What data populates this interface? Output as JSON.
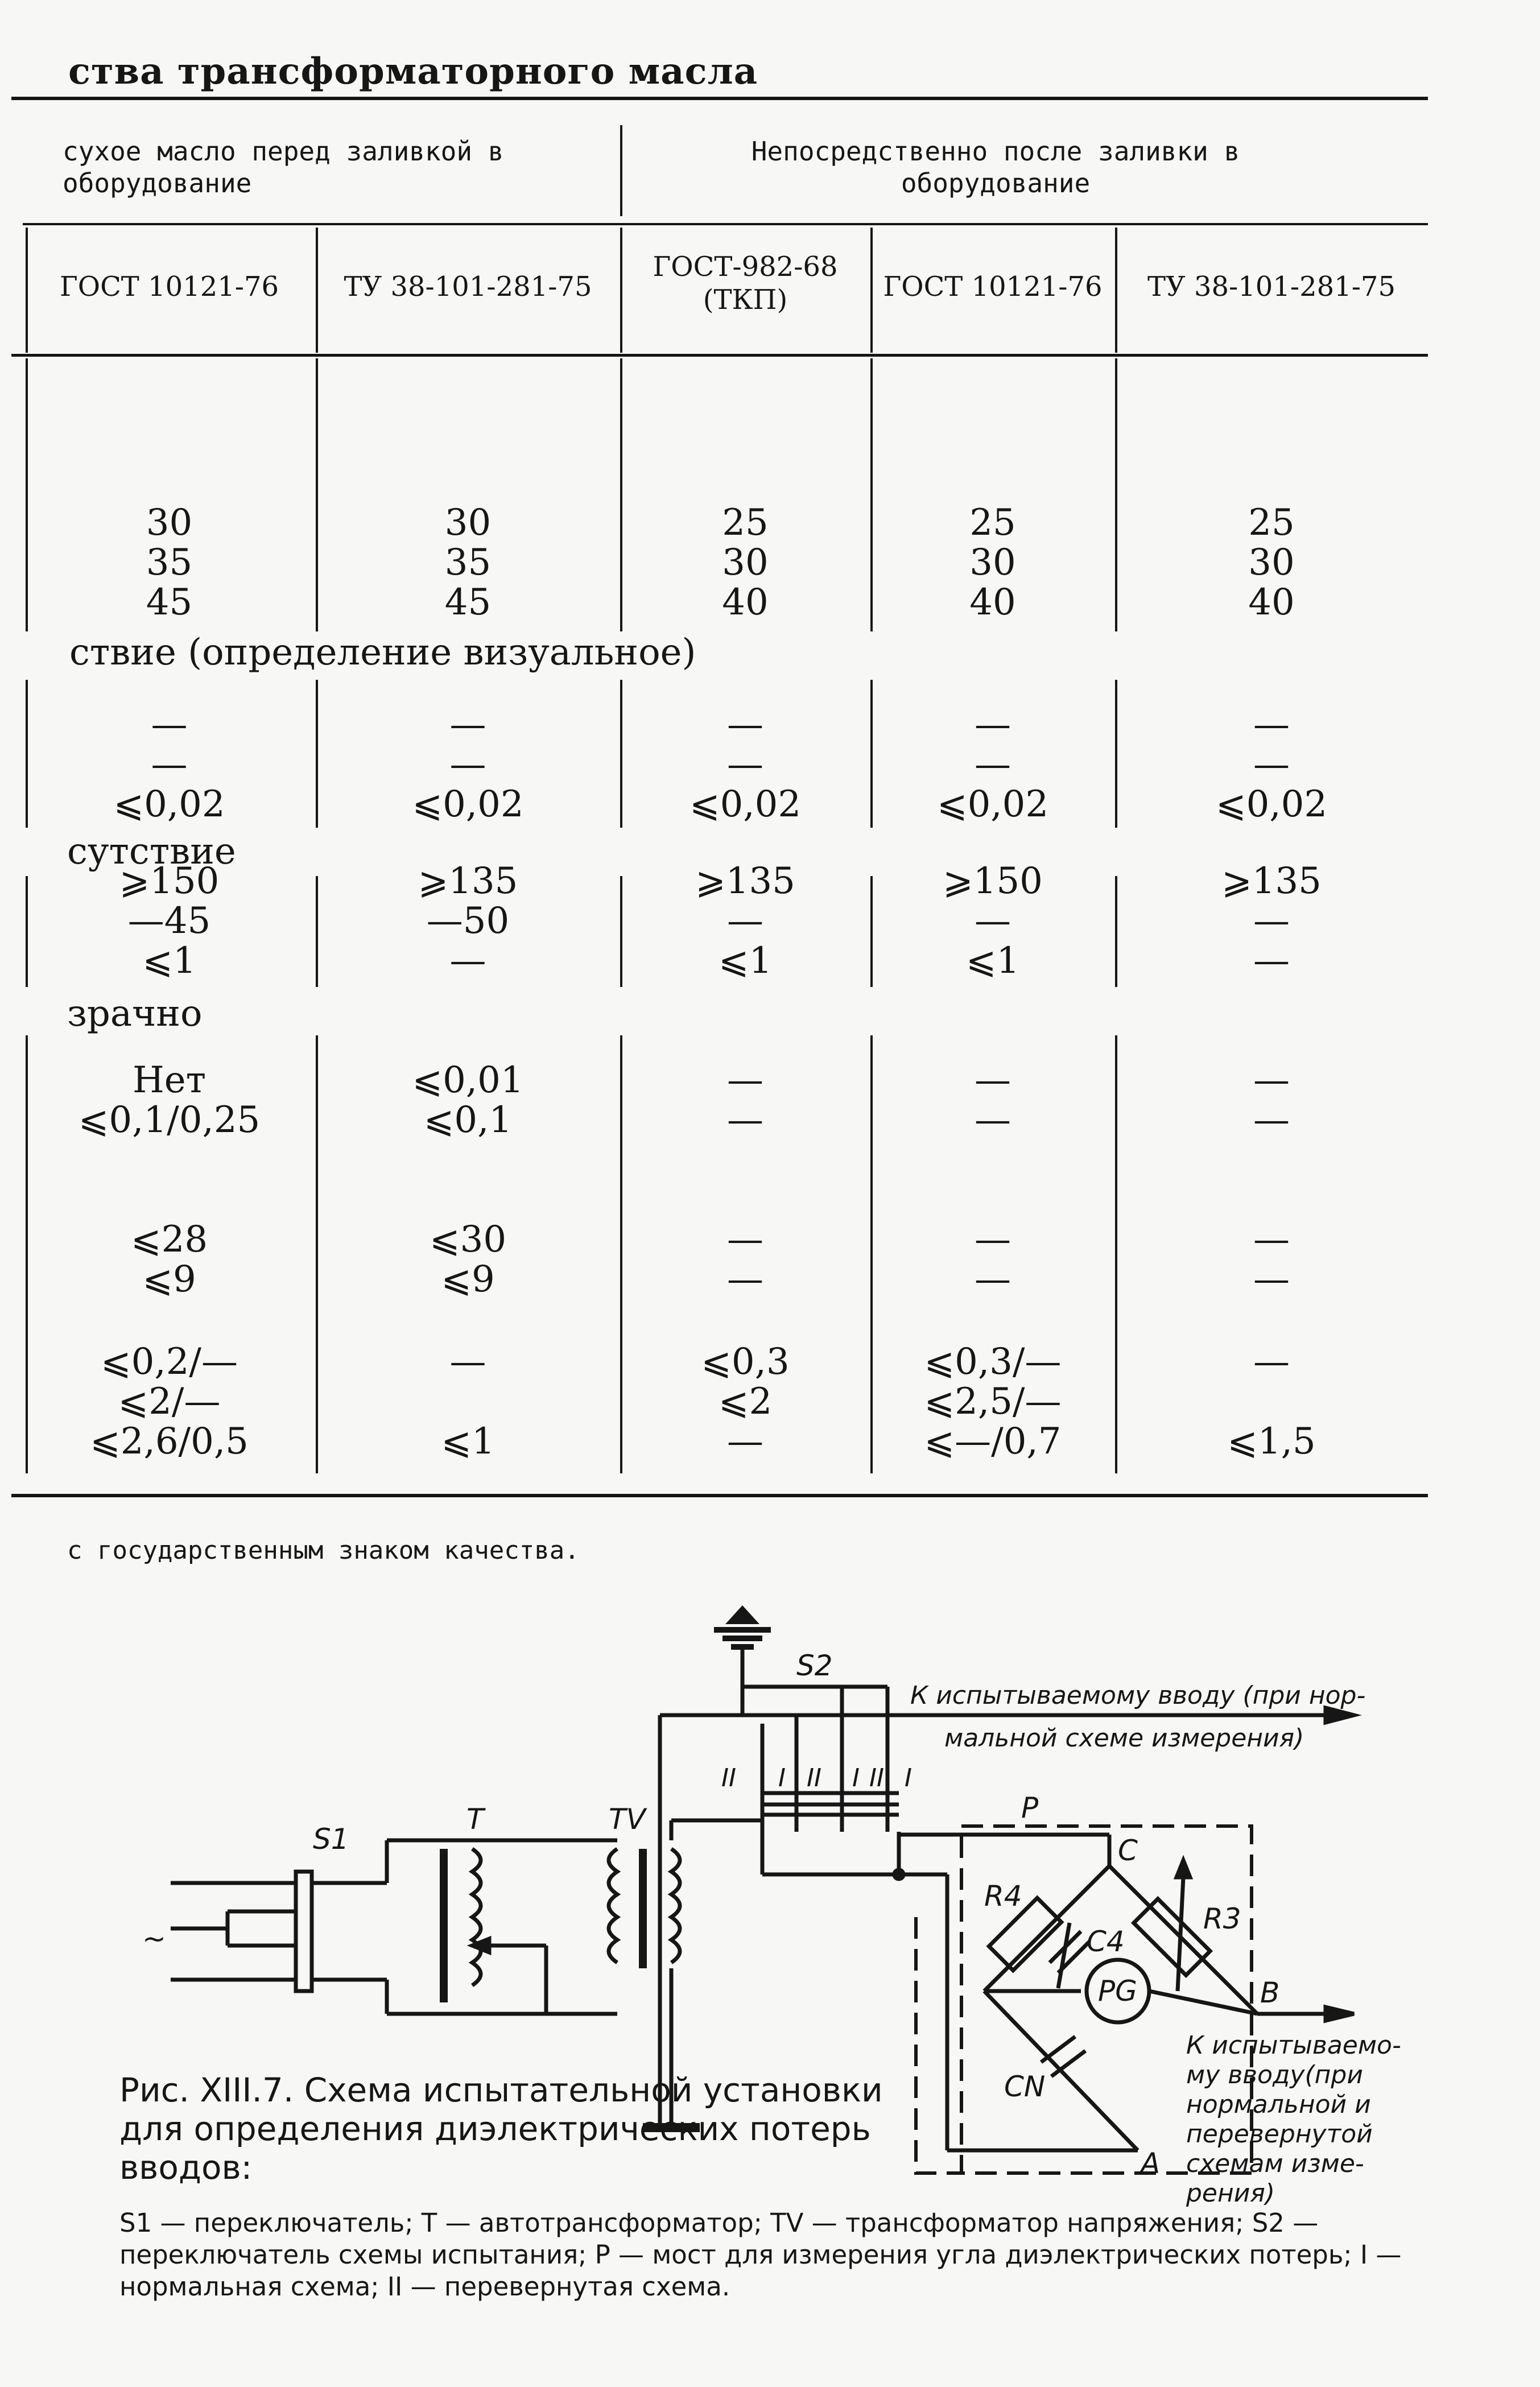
{
  "header": {
    "title": "ства трансформаторного масла"
  },
  "groups": {
    "dry": "сухое масло перед заливкой в оборудование",
    "after": "Непосредственно после заливки в оборудование"
  },
  "columns": [
    "ГОСТ 10121-76",
    "ТУ 38-101-281-75",
    "ГОСТ-982-68 (ТКП)",
    "ГОСТ 10121-76",
    "ТУ 38-101-281-75"
  ],
  "rows_a": [
    [
      "30",
      "30",
      "25",
      "25",
      "25"
    ],
    [
      "35",
      "35",
      "30",
      "30",
      "30"
    ],
    [
      "45",
      "45",
      "40",
      "40",
      "40"
    ]
  ],
  "section_a": "ствие (определение визуальное)",
  "rows_b": [
    [
      "—",
      "—",
      "—",
      "—",
      "—"
    ],
    [
      "—",
      "—",
      "—",
      "—",
      "—"
    ],
    [
      "⩽0,02",
      "⩽0,02",
      "⩽0,02",
      "⩽0,02",
      "⩽0,02"
    ]
  ],
  "section_b": "сутствие",
  "rows_c": [
    [
      "⩾150",
      "⩾135",
      "⩾135",
      "⩾150",
      "⩾135"
    ],
    [
      "—45",
      "—50",
      "—",
      "—",
      "—"
    ],
    [
      "⩽1",
      "—",
      "⩽1",
      "⩽1",
      "—"
    ]
  ],
  "section_c": "зрачно",
  "rows_d": [
    [
      "Нет",
      "⩽0,01",
      "—",
      "—",
      "—"
    ],
    [
      "⩽0,1/0,25",
      "⩽0,1",
      "—",
      "—",
      "—"
    ]
  ],
  "rows_e": [
    [
      "⩽28",
      "⩽30",
      "—",
      "—",
      "—"
    ],
    [
      "⩽9",
      "⩽9",
      "—",
      "—",
      "—"
    ]
  ],
  "rows_f": [
    [
      "⩽0,2/—",
      "—",
      "⩽0,3",
      "⩽0,3/—",
      "—"
    ],
    [
      "⩽2/—",
      "",
      "⩽2",
      "⩽2,5/—",
      ""
    ],
    [
      "⩽2,6/0,5",
      "⩽1",
      "—",
      "⩽—/0,7",
      "⩽1,5"
    ]
  ],
  "footnote": "с государственным знаком качества.",
  "figure": {
    "labels": {
      "s1": "S1",
      "t": "T",
      "tv": "TV",
      "s2": "S2",
      "p": "P",
      "c": "C",
      "b": "B",
      "a": "A",
      "r3": "R3",
      "r4": "R4",
      "c4": "C4",
      "cn": "CN",
      "pg": "PG",
      "ac": "~",
      "sw_ii_1": "II",
      "sw_i_1": "I",
      "sw_ii_2": "II",
      "sw_i_2": "I",
      "sw_ii_3": "II",
      "sw_i_3": "I"
    },
    "arrow_top_1": "К испытываемому вводу (при нор-",
    "arrow_top_2": "мальной схеме измерения)",
    "arrow_right": [
      "К испытываемо-",
      "му вводу(при",
      "нормальной и",
      "перевернутой",
      "схемам изме-",
      "рения)"
    ]
  },
  "caption": "Рис. XIII.7. Схема испытательной установки для определения диэлектрических потерь вводов:",
  "legend": "S1 — переключатель; T — автотрансформатор; TV — трансформатор напряжения; S2 — переключатель схемы испытания; P — мост для измерения угла диэлектрических потерь; I — нормальная схема; II — перевернутая схема."
}
